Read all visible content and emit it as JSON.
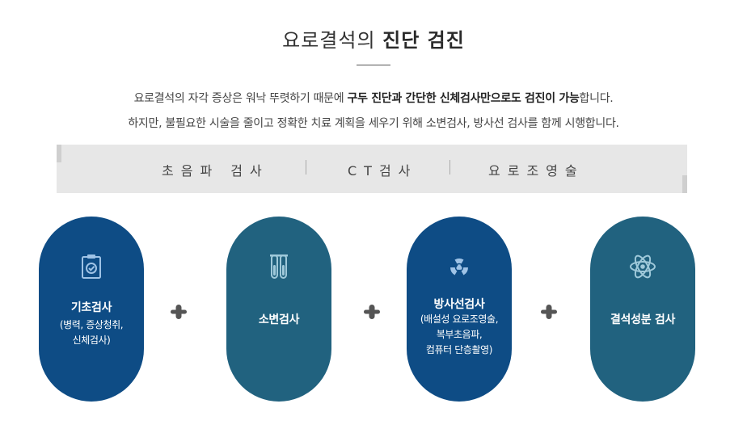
{
  "title": {
    "plain": "요로결석의 ",
    "bold": "진단 검진"
  },
  "description": {
    "line1_a": "요로결석의 자각 증상은 워낙 뚜렷하기 때문에 ",
    "line1_b": "구두 진단과 간단한 신체검사만으로도 검진이 가능",
    "line1_c": "합니다.",
    "line2": "하지만, 불필요한 시술을 줄이고 정확한 치료 계획을 세우기 위해 소변검사, 방사선 검사를 함께 시행합니다."
  },
  "band": {
    "items": [
      "초음파 검사",
      "CT검사",
      "요로조영술"
    ]
  },
  "colors": {
    "navy": "#0e4c85",
    "teal": "#21627f",
    "band": "#e7e7e7",
    "plus": "#555555"
  },
  "steps": [
    {
      "icon": "clipboard-check-icon",
      "title": "기초검사",
      "sub_lines": [
        "(병력, 증상청취,",
        "신체검사)"
      ]
    },
    {
      "icon": "test-tubes-icon",
      "title": "소변검사",
      "sub_lines": []
    },
    {
      "icon": "radiation-icon",
      "title": "방사선검사",
      "sub_lines": [
        "(배설성 요로조영술,",
        "복부초음파,",
        "컴퓨터 단층촬영)"
      ]
    },
    {
      "icon": "atom-icon",
      "title": "결석성분 검사",
      "sub_lines": []
    }
  ],
  "connector_icon": "plus-icon"
}
